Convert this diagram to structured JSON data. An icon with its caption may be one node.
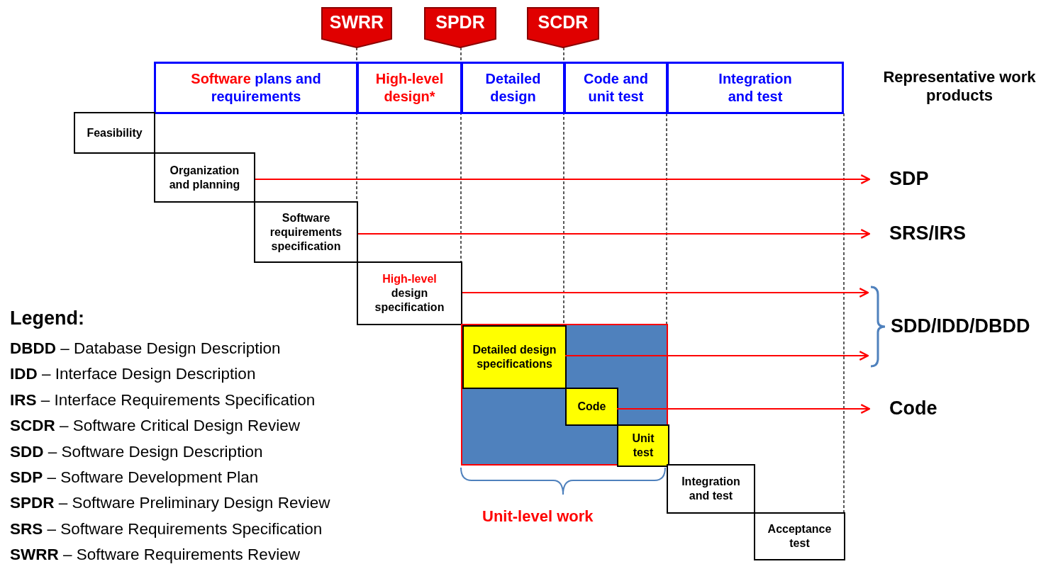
{
  "diagram": {
    "nodes": [
      {
        "text": [
          "SWRR"
        ]
      },
      {
        "text": [
          "SPDR"
        ]
      },
      {
        "text": [
          "SCDR"
        ]
      },
      {
        "text": [
          "Software",
          "plans and requirements"
        ]
      },
      {
        "text": [
          "High-level design*"
        ]
      },
      {
        "text": [
          "Detailed design"
        ]
      },
      {
        "text": [
          "Code and unit test"
        ]
      },
      {
        "text": [
          "Integration and test"
        ]
      },
      {
        "text": [
          "Feasibility"
        ]
      },
      {
        "text": [
          "Organization and planning"
        ]
      },
      {
        "text": [
          "Software requirements specification"
        ]
      },
      {
        "text": [
          "High-level",
          "design specification"
        ]
      },
      {
        "text": [],
        "shape": "box"
      },
      {
        "text": [
          "Detailed design specifications"
        ],
        "in": 12
      },
      {
        "text": [
          "Code"
        ],
        "in": 12
      },
      {
        "text": [
          "Unit test"
        ],
        "in": 12
      },
      {
        "text": [
          "Integration and test"
        ]
      },
      {
        "text": [
          "Acceptance test"
        ]
      },
      {
        "text": [
          "SDP"
        ]
      },
      {
        "text": [
          "SRS/IRS"
        ]
      },
      {
        "text": [
          "SDD/IDD/DBDD"
        ]
      },
      {
        "text": [
          "Code"
        ]
      }
    ],
    "edges": [
      {
        "from": 9,
        "to": 18,
        "arrow": "to"
      },
      {
        "from": 10,
        "to": 19,
        "arrow": "to"
      },
      {
        "from": 11,
        "to": 20,
        "arrow": "to"
      },
      {
        "from": 13,
        "to": 20,
        "arrow": "to"
      },
      {
        "from": 14,
        "to": 21,
        "arrow": "to"
      }
    ],
    "labels": [
      "Representative work products",
      "Unit-level work",
      "Legend:",
      "**DBDD** – Database Design Description",
      "**IDD** – Interface Design Description",
      "**IRS** – Interface Requirements Specification",
      "**SCDR** – Software Critical Design Review",
      "**SDD** – Software Design Description",
      "**SDP** – Software Development Plan",
      "**SPDR** – Software Preliminary Design Review",
      "**SRS** – Software Requirements Specification",
      "**SWRR** – Software Requirements Review"
    ]
  }
}
